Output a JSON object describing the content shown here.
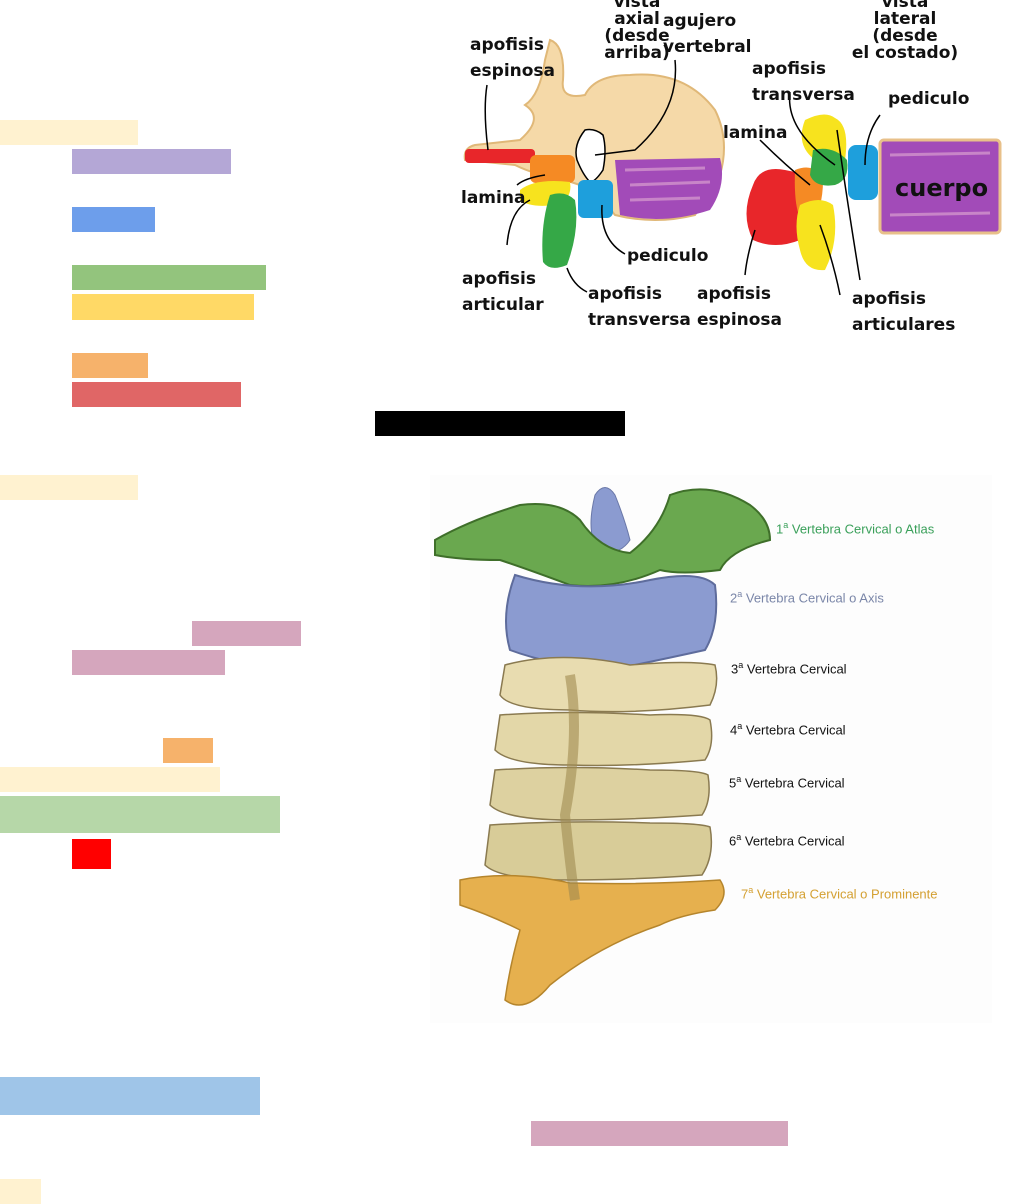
{
  "highlights": {
    "colors": {
      "cream": "#fff2d0",
      "lavender": "#b4a7d6",
      "blue": "#6d9eeb",
      "green": "#93c47d",
      "yellow": "#ffd966",
      "orange": "#f6b26b",
      "red_soft": "#e06666",
      "pink": "#d5a6bd",
      "light_green": "#b6d7a8",
      "red": "#ff0000",
      "light_blue": "#9fc5e8",
      "black": "#000000"
    }
  },
  "diagram_vertebra": {
    "axial_title": "vista\naxial\n(desde\narriba)",
    "lateral_title": "vista\nlateral\n(desde\nel costado)",
    "labels": {
      "apofisis_espinosa_axial": "apofisis\nespinosa",
      "agujero_vertebral": "agujero\nvertebral",
      "lamina_axial": "lamina",
      "pediculo_axial": "pediculo",
      "apofisis_articular": "apofisis\narticular",
      "apofisis_transversa_axial": "apofisis\ntransversa",
      "apofisis_transversa_lateral": "apofisis\ntransversa",
      "pediculo_lateral": "pediculo",
      "lamina_lateral": "lamina",
      "cuerpo": "cuerpo",
      "apofisis_espinosa_lateral": "apofisis\nespinosa",
      "apofisis_articulares": "apofisis\narticulares"
    }
  },
  "diagram_cervical": {
    "labels": [
      {
        "num": "1",
        "sup": "a",
        "text": " Vertebra Cervical o Atlas",
        "color": "#3aa05a"
      },
      {
        "num": "2",
        "sup": "a",
        "text": " Vertebra Cervical o Axis",
        "color": "#7a86a8"
      },
      {
        "num": "3",
        "sup": "a",
        "text": " Vertebra Cervical",
        "color": "#111111"
      },
      {
        "num": "4",
        "sup": "a",
        "text": " Vertebra Cervical",
        "color": "#111111"
      },
      {
        "num": "5",
        "sup": "a",
        "text": " Vertebra Cervical",
        "color": "#111111"
      },
      {
        "num": "6",
        "sup": "a",
        "text": " Vertebra Cervical",
        "color": "#111111"
      },
      {
        "num": "7",
        "sup": "a",
        "text": " Vertebra Cervical o Prominente",
        "color": "#d4a032"
      }
    ]
  }
}
